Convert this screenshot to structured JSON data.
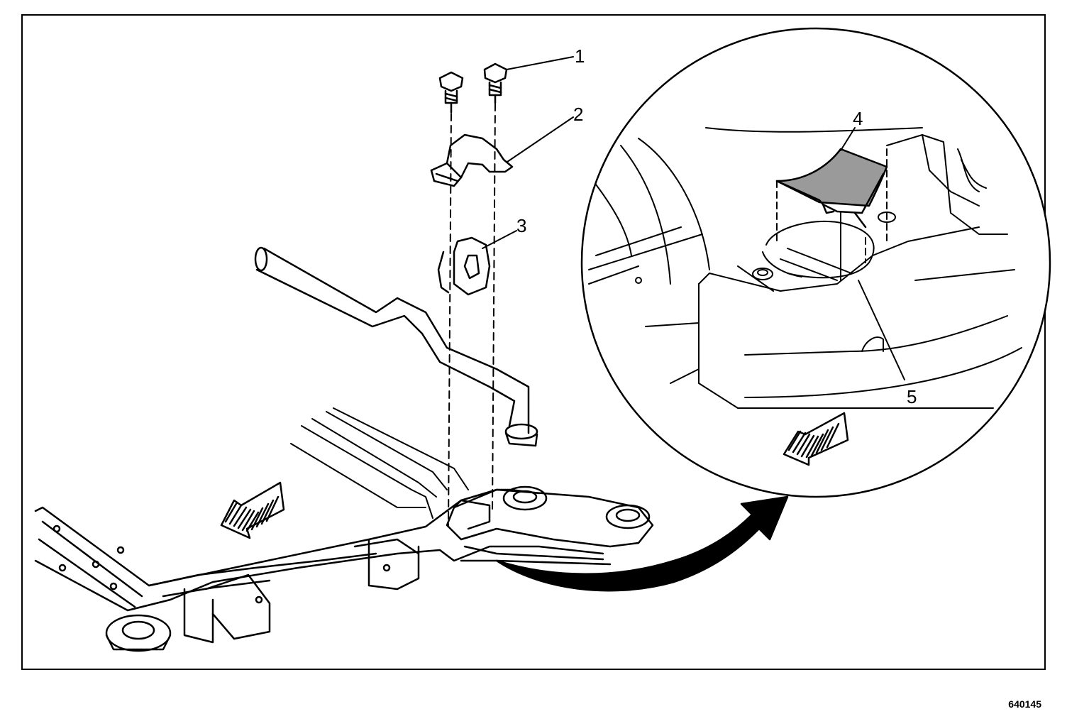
{
  "callouts": [
    {
      "id": "1",
      "text": "1"
    },
    {
      "id": "2",
      "text": "2"
    },
    {
      "id": "3",
      "text": "3"
    },
    {
      "id": "4",
      "text": "4"
    },
    {
      "id": "5",
      "text": "5"
    }
  ],
  "figure_id": "640145",
  "colors": {
    "ink": "#000000",
    "paper": "#ffffff",
    "shade": "#9a9a9a"
  },
  "icons": [
    "bolt-icon",
    "clamp-icon",
    "bushing-icon",
    "forward-arrow-icon",
    "detail-arrow-icon"
  ]
}
